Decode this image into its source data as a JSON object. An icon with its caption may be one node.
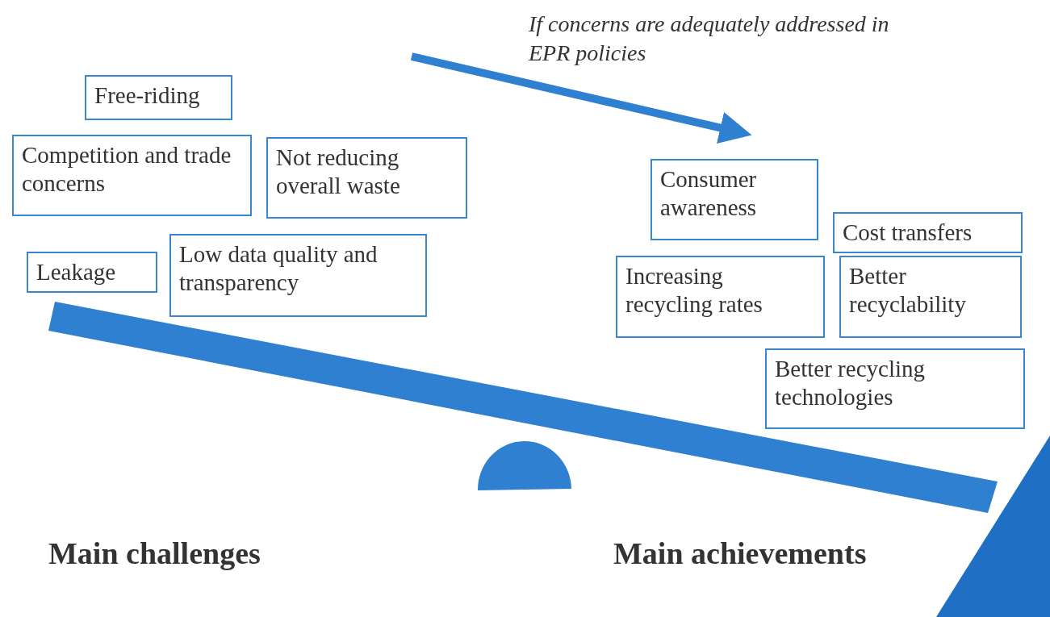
{
  "diagram": {
    "nodes": [
      {
        "text": [
          "Free-riding"
        ]
      },
      {
        "text": [
          "Competition and trade concerns"
        ]
      },
      {
        "text": [
          "Not reducing overall waste"
        ]
      },
      {
        "text": [
          "Leakage"
        ]
      },
      {
        "text": [
          "Low data quality and transparency"
        ]
      },
      {
        "text": [
          "Consumer awareness"
        ]
      },
      {
        "text": [
          "Cost transfers"
        ]
      },
      {
        "text": [
          "Increasing recycling rates"
        ]
      },
      {
        "text": [
          "Better recyclability"
        ]
      },
      {
        "text": [
          "Better recycling technologies"
        ]
      }
    ],
    "labels": [
      "If concerns are adequately addressed in EPR policies",
      "Main challenges",
      "Main achievements"
    ]
  }
}
